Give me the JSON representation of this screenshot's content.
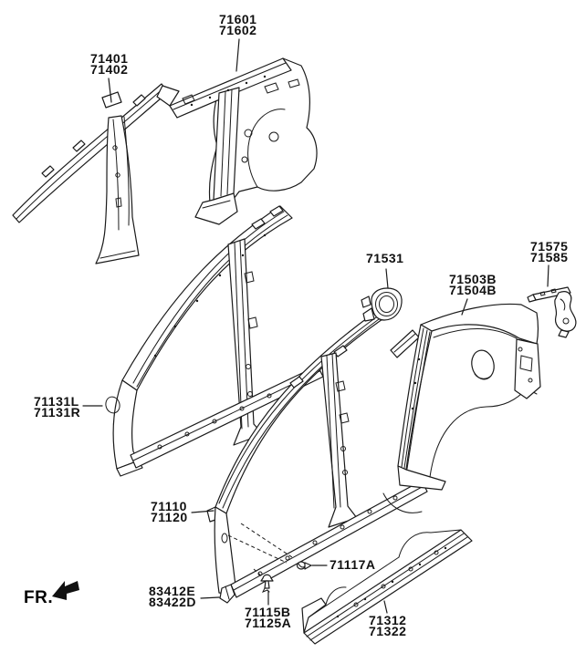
{
  "colors": {
    "background": "#ffffff",
    "line": "#1a1a1a"
  },
  "fr_indicator": {
    "label": "FR."
  },
  "labels": [
    {
      "part": "71401-71402",
      "line1": "71401",
      "line2": "71402"
    },
    {
      "part": "71601-71602",
      "line1": "71601",
      "line2": "71602"
    },
    {
      "part": "71531",
      "line1": "71531"
    },
    {
      "part": "71503B-71504B",
      "line1": "71503B",
      "line2": "71504B"
    },
    {
      "part": "71575-71585",
      "line1": "71575",
      "line2": "71585"
    },
    {
      "part": "71131L-71131R",
      "line1": "71131L",
      "line2": "71131R"
    },
    {
      "part": "71110-71120",
      "line1": "71110",
      "line2": "71120"
    },
    {
      "part": "71117A",
      "line1": "71117A"
    },
    {
      "part": "83412E-83422D",
      "line1": "83412E",
      "line2": "83422D"
    },
    {
      "part": "71115B-71125A",
      "line1": "71115B",
      "line2": "71125A"
    },
    {
      "part": "71312-71322",
      "line1": "71312",
      "line2": "71322"
    }
  ]
}
